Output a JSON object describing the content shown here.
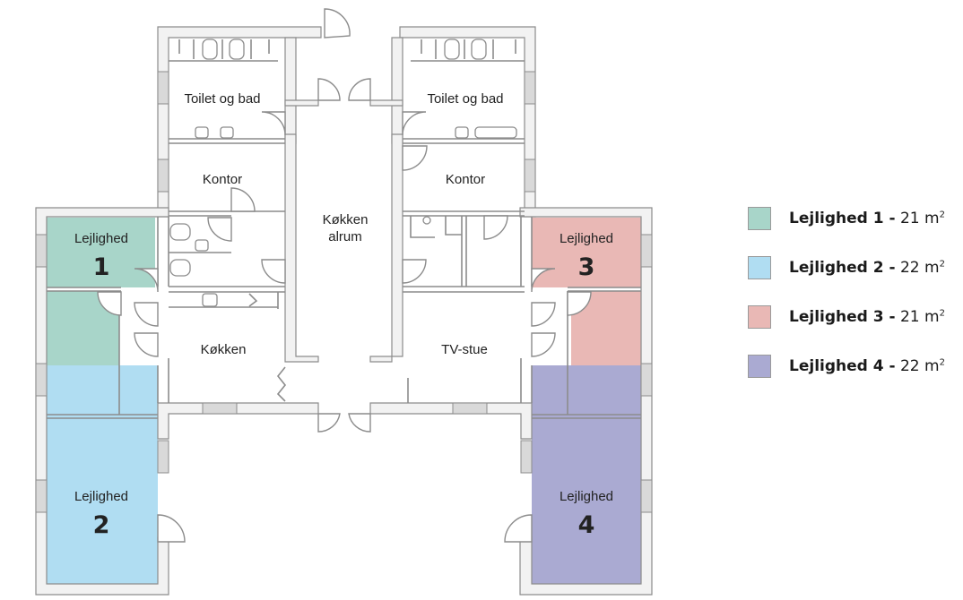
{
  "rooms": {
    "toilet_left": "Toilet og bad",
    "toilet_right": "Toilet og bad",
    "kontor_left": "Kontor",
    "kontor_right": "Kontor",
    "kokken_alrum_line1": "Køkken",
    "kokken_alrum_line2": "alrum",
    "kokken": "Køkken",
    "tv_stue": "TV-stue"
  },
  "apartments": [
    {
      "label": "Lejlighed",
      "number": "1",
      "color": "#a8d5c9"
    },
    {
      "label": "Lejlighed",
      "number": "2",
      "color": "#b0ddf2"
    },
    {
      "label": "Lejlighed",
      "number": "3",
      "color": "#e9b8b5"
    },
    {
      "label": "Lejlighed",
      "number": "4",
      "color": "#aaaad2"
    }
  ],
  "legend": [
    {
      "name": "Lejlighed 1 -",
      "area": "21",
      "unit": "m",
      "sup": "2",
      "color": "#a8d5c9"
    },
    {
      "name": "Lejlighed 2 -",
      "area": "22",
      "unit": "m",
      "sup": "2",
      "color": "#b0ddf2"
    },
    {
      "name": "Lejlighed 3 -",
      "area": "21",
      "unit": "m",
      "sup": "2",
      "color": "#e9b8b5"
    },
    {
      "name": "Lejlighed 4 -",
      "area": "22",
      "unit": "m",
      "sup": "2",
      "color": "#aaaad2"
    }
  ],
  "colors": {
    "wall": "#8c8c8c",
    "wall_fill": "#f2f2f2",
    "window": "#d9d9d9"
  }
}
